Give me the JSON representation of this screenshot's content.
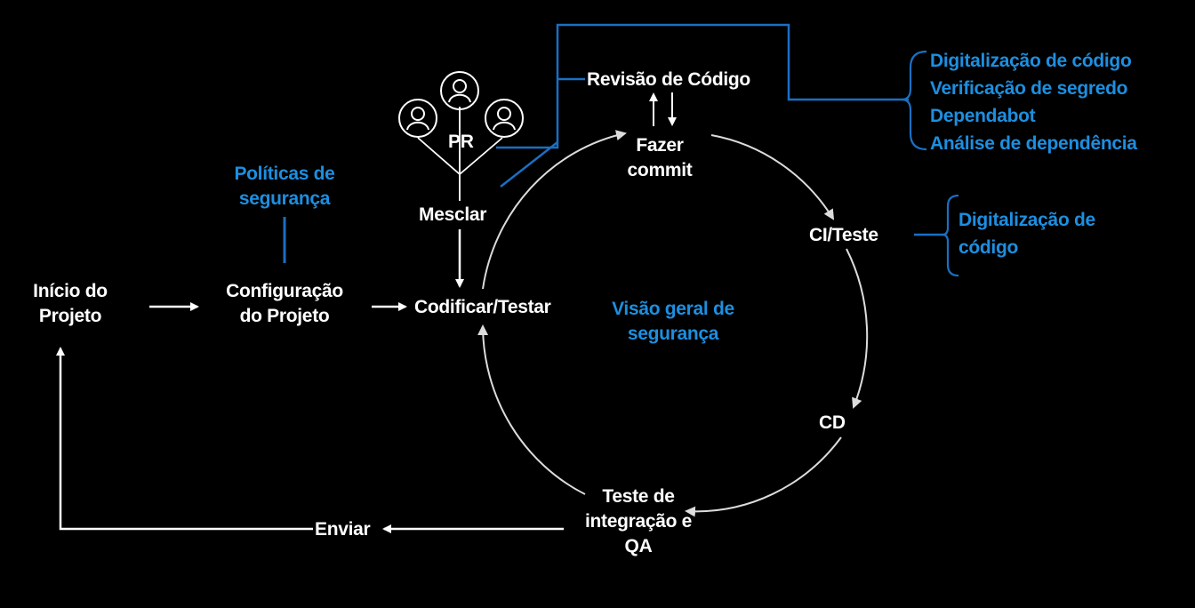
{
  "colors": {
    "background": "#000000",
    "text": "#ffffff",
    "accent_blue": "#1d8fe0",
    "line_blue": "#1a6fc4",
    "cycle_line": "#dcdcdc"
  },
  "nodes": {
    "project_start": [
      "Início do",
      "Projeto"
    ],
    "project_config": [
      "Configuração",
      "do Projeto"
    ],
    "code_test": "Codificar/Testar",
    "merge": "Mesclar",
    "pr": "PR",
    "code_review": "Revisão de Código",
    "commit": [
      "Fazer",
      "commit"
    ],
    "ci_test": "CI/Teste",
    "cd": "CD",
    "integration_qa": [
      "Teste de",
      "integração e",
      "QA"
    ],
    "ship": "Enviar"
  },
  "annotations": {
    "security_policies": [
      "Políticas de",
      "segurança"
    ],
    "security_overview": [
      "Visão geral de",
      "segurança"
    ],
    "review_checks": [
      "Digitalização de código",
      "Verificação de segredo",
      "Dependabot",
      "Análise de dependência"
    ],
    "ci_checks": [
      "Digitalização de",
      "código"
    ]
  },
  "icons": {
    "reviewer": "person-circle-icon"
  }
}
